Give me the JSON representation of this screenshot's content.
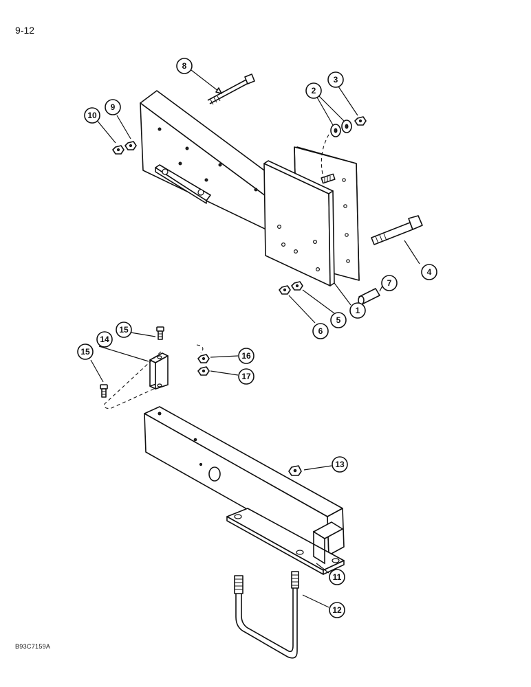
{
  "page": {
    "page_number": "9-12",
    "figure_code": "B93C7159A"
  },
  "callouts": [
    {
      "id": "c1",
      "label": "1"
    },
    {
      "id": "c2",
      "label": "2"
    },
    {
      "id": "c3",
      "label": "3"
    },
    {
      "id": "c4",
      "label": "4"
    },
    {
      "id": "c5",
      "label": "5"
    },
    {
      "id": "c6",
      "label": "6"
    },
    {
      "id": "c7",
      "label": "7"
    },
    {
      "id": "c8",
      "label": "8"
    },
    {
      "id": "c9",
      "label": "9"
    },
    {
      "id": "c10",
      "label": "10"
    },
    {
      "id": "c11",
      "label": "11"
    },
    {
      "id": "c12",
      "label": "12"
    },
    {
      "id": "c13",
      "label": "13"
    },
    {
      "id": "c14",
      "label": "14"
    },
    {
      "id": "c15a",
      "label": "15"
    },
    {
      "id": "c15b",
      "label": "15"
    },
    {
      "id": "c16",
      "label": "16"
    },
    {
      "id": "c17",
      "label": "17"
    }
  ]
}
